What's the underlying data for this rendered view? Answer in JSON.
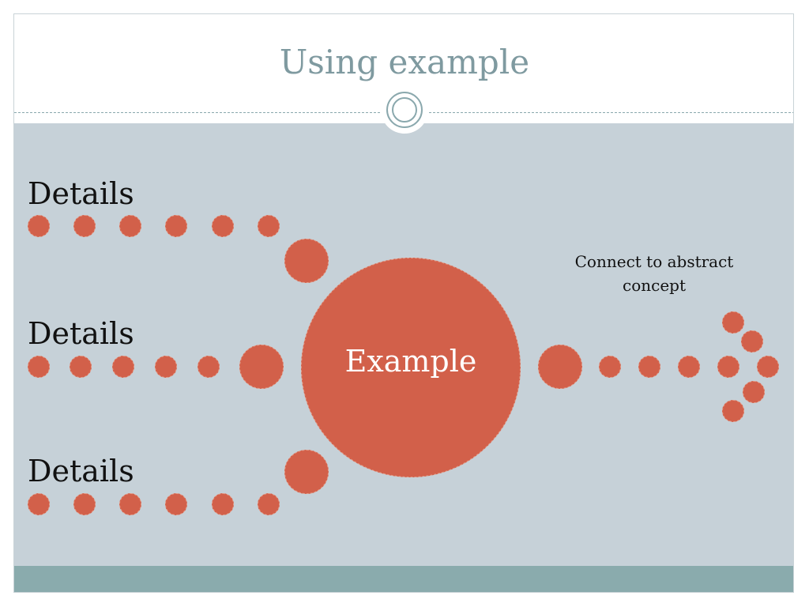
{
  "slide": {
    "title": "Using example"
  },
  "diagram": {
    "details": [
      {
        "label": "Details"
      },
      {
        "label": "Details"
      },
      {
        "label": "Details"
      }
    ],
    "center_label": "Example",
    "target_label": "Connect to abstract concept"
  },
  "colors": {
    "accent": "#d2604a",
    "content_band": "#c6d1d8",
    "footer_band": "#8aabad",
    "title": "#7f9aa0"
  }
}
